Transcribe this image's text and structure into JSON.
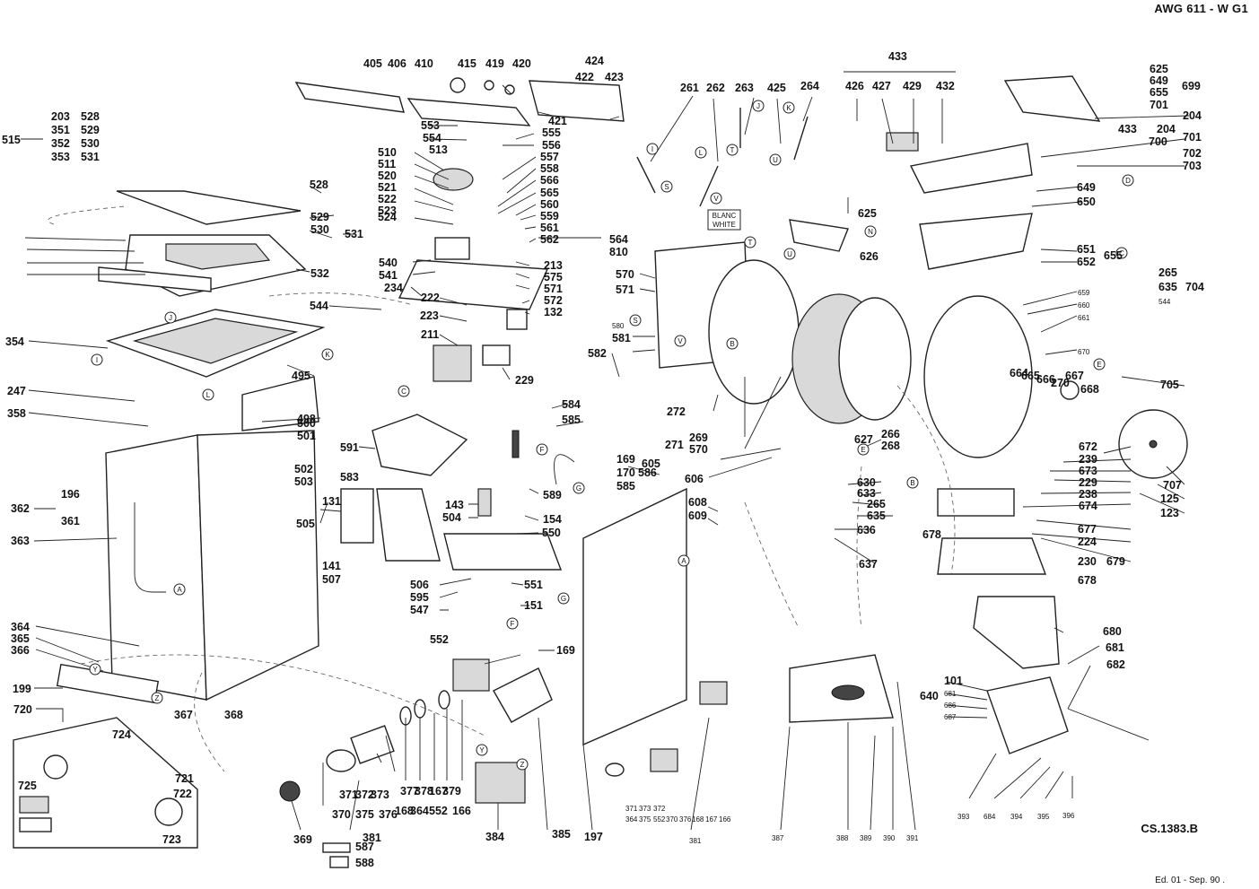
{
  "title": "AWG 611 - W G1",
  "drawing_number": "CS.1383.B",
  "edition": "Ed. 01 - Sep. 90 .",
  "labels": [
    "405",
    "406",
    "410",
    "415",
    "419",
    "420",
    "424",
    "422",
    "423",
    "421",
    "553",
    "554",
    "555",
    "556",
    "513",
    "557",
    "558",
    "566",
    "565",
    "560",
    "559",
    "561",
    "562",
    "564",
    "810",
    "510",
    "511",
    "520",
    "521",
    "522",
    "523",
    "524",
    "213",
    "575",
    "571",
    "572",
    "132",
    "540",
    "541",
    "234",
    "222",
    "223",
    "211",
    "229",
    "515",
    "203",
    "351",
    "352",
    "353",
    "528",
    "529",
    "530",
    "531",
    "528",
    "529",
    "530",
    "531",
    "532",
    "354",
    "544",
    "495",
    "247",
    "498",
    "500",
    "501",
    "358",
    "502",
    "503",
    "591",
    "583",
    "131",
    "143",
    "504",
    "550",
    "505",
    "362",
    "196",
    "361",
    "363",
    "141",
    "507",
    "506",
    "551",
    "595",
    "151",
    "547",
    "364",
    "365",
    "366",
    "199",
    "367",
    "368",
    "720",
    "724",
    "725",
    "721",
    "722",
    "723",
    "369",
    "587",
    "588",
    "381",
    "370",
    "371",
    "372",
    "373",
    "375",
    "376",
    "377",
    "378",
    "167",
    "379",
    "168",
    "364",
    "552",
    "166",
    "384",
    "385",
    "197",
    "552",
    "169",
    "584",
    "585",
    "169",
    "170",
    "585",
    "586",
    "589",
    "154",
    "261",
    "262",
    "263",
    "425",
    "264",
    "433",
    "426",
    "427",
    "429",
    "432",
    "625",
    "649",
    "655",
    "701",
    "699",
    "204",
    "433",
    "700",
    "701",
    "702",
    "703",
    "204",
    "649",
    "650",
    "625",
    "651",
    "652",
    "655",
    "626",
    "265",
    "635",
    "704",
    "544",
    "659",
    "660",
    "661",
    "670",
    "580",
    "581",
    "582",
    "570",
    "571",
    "272",
    "269",
    "570",
    "271",
    "605",
    "606",
    "608",
    "609",
    "664",
    "665",
    "666",
    "270",
    "667",
    "668",
    "705",
    "672",
    "239",
    "673",
    "229",
    "238",
    "674",
    "627",
    "630",
    "633",
    "265",
    "635",
    "636",
    "637",
    "677",
    "224",
    "230",
    "679",
    "678",
    "678",
    "266",
    "268",
    "707",
    "125",
    "123",
    "680",
    "681",
    "682",
    "640",
    "101",
    "681",
    "686",
    "687",
    "393",
    "684",
    "394",
    "395",
    "396",
    "387",
    "388",
    "389",
    "390",
    "391",
    "371",
    "373",
    "372",
    "364",
    "375",
    "552",
    "370",
    "376",
    "168",
    "167",
    "166",
    "381"
  ],
  "callouts": {
    "blanc": "BLANC",
    "white": "WHITE",
    "letter_a": "A",
    "letter_b": "B",
    "letter_c": "C",
    "letter_d": "D",
    "letter_e": "E",
    "letter_f": "F",
    "letter_g": "G",
    "letter_i": "I",
    "letter_j": "J",
    "letter_k": "K",
    "letter_l": "L",
    "letter_n": "N",
    "letter_s": "S",
    "letter_t": "T",
    "letter_u": "U",
    "letter_v": "V",
    "letter_y": "Y",
    "letter_z": "Z"
  }
}
